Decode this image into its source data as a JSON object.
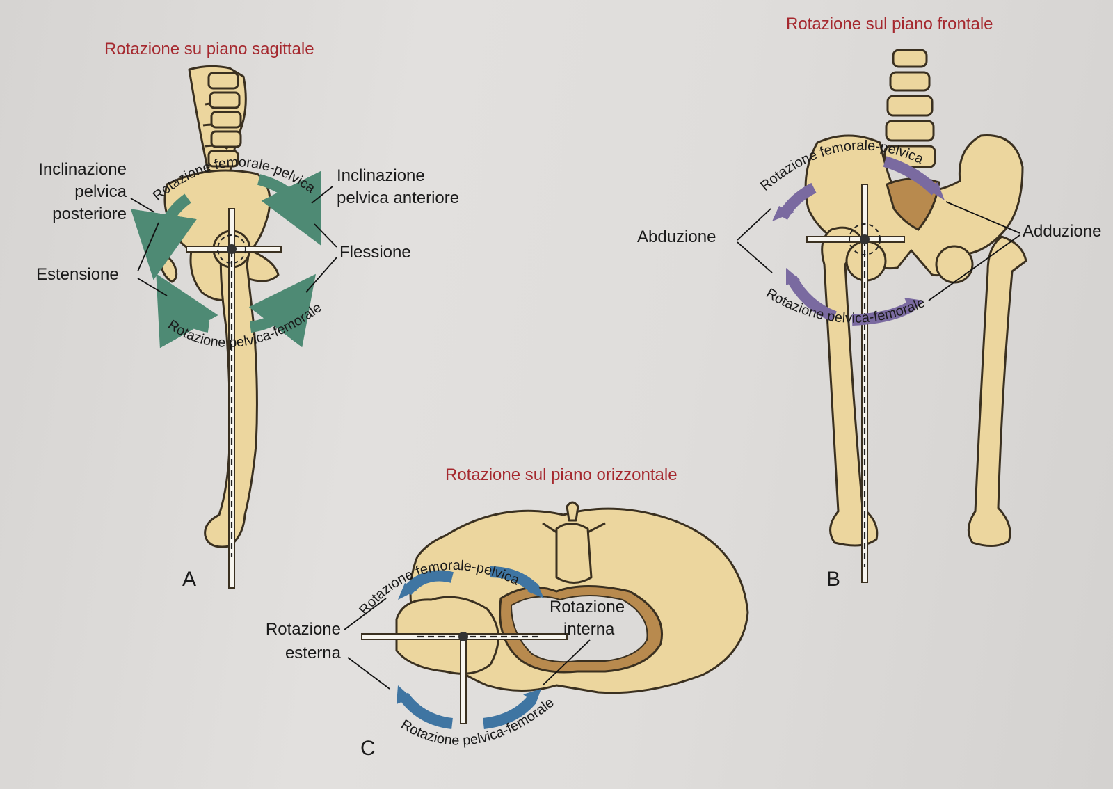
{
  "panel_a": {
    "letter": "A",
    "title": "Rotazione su piano sagittale",
    "label_posterior": [
      "Inclinazione",
      "pelvica",
      "posteriore"
    ],
    "label_anterior": [
      "Inclinazione",
      "pelvica anteriore"
    ],
    "label_extension": "Estensione",
    "label_flexion": "Flessione",
    "arc_top": "Rotazione femorale-pelvica",
    "arc_bottom": "Rotazione pelvica-femorale",
    "arrow_color": "#4e8a74"
  },
  "panel_b": {
    "letter": "B",
    "title": "Rotazione sul piano frontale",
    "label_abduction": "Abduzione",
    "label_adduction": "Adduzione",
    "arc_top": "Rotazione femorale-pelvica",
    "arc_bottom": "Rotazione pelvica-femorale",
    "arrow_color": "#7a6aa0"
  },
  "panel_c": {
    "letter": "C",
    "title": "Rotazione sul piano orizzontale",
    "label_external": [
      "Rotazione",
      "esterna"
    ],
    "label_internal": [
      "Rotazione",
      "interna"
    ],
    "arc_top": "Rotazione femorale-pelvica",
    "arc_bottom": "Rotazione pelvica-femorale",
    "arrow_color": "#3f75a2"
  },
  "colors": {
    "bone": "#ecd69e",
    "title_red": "#a5282e"
  }
}
